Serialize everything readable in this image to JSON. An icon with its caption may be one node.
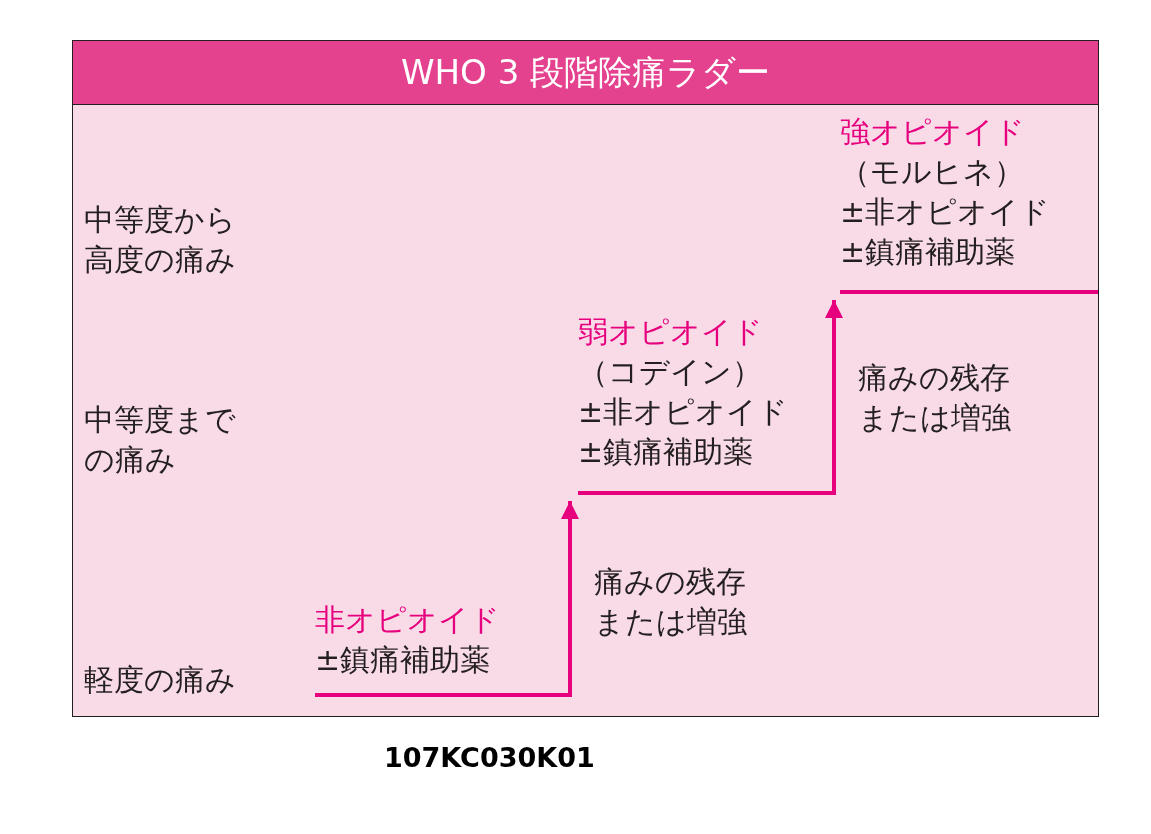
{
  "diagram": {
    "title": "WHO 3 段階除痛ラダー",
    "nodes": [
      {
        "text": [
          "非オピオイド",
          "±鎮痛補助薬"
        ]
      },
      {
        "text": [
          "弱オピオイド",
          "（コデイン）",
          "±非オピオイド",
          "±鎮痛補助薬"
        ]
      },
      {
        "text": [
          "強オピオイド",
          "（モルヒネ）",
          "±非オピオイド",
          "±鎮痛補助薬"
        ]
      }
    ],
    "edges": [
      {
        "from": 0,
        "to": 1,
        "arrow": "to",
        "label": "痛みの残存または増強"
      },
      {
        "from": 1,
        "to": 2,
        "arrow": "to",
        "label": "痛みの残存または増強"
      }
    ],
    "labels": [
      "中等度から高度の痛み",
      "中等度までの痛み",
      "軽度の痛み",
      "107KC030K01"
    ]
  }
}
